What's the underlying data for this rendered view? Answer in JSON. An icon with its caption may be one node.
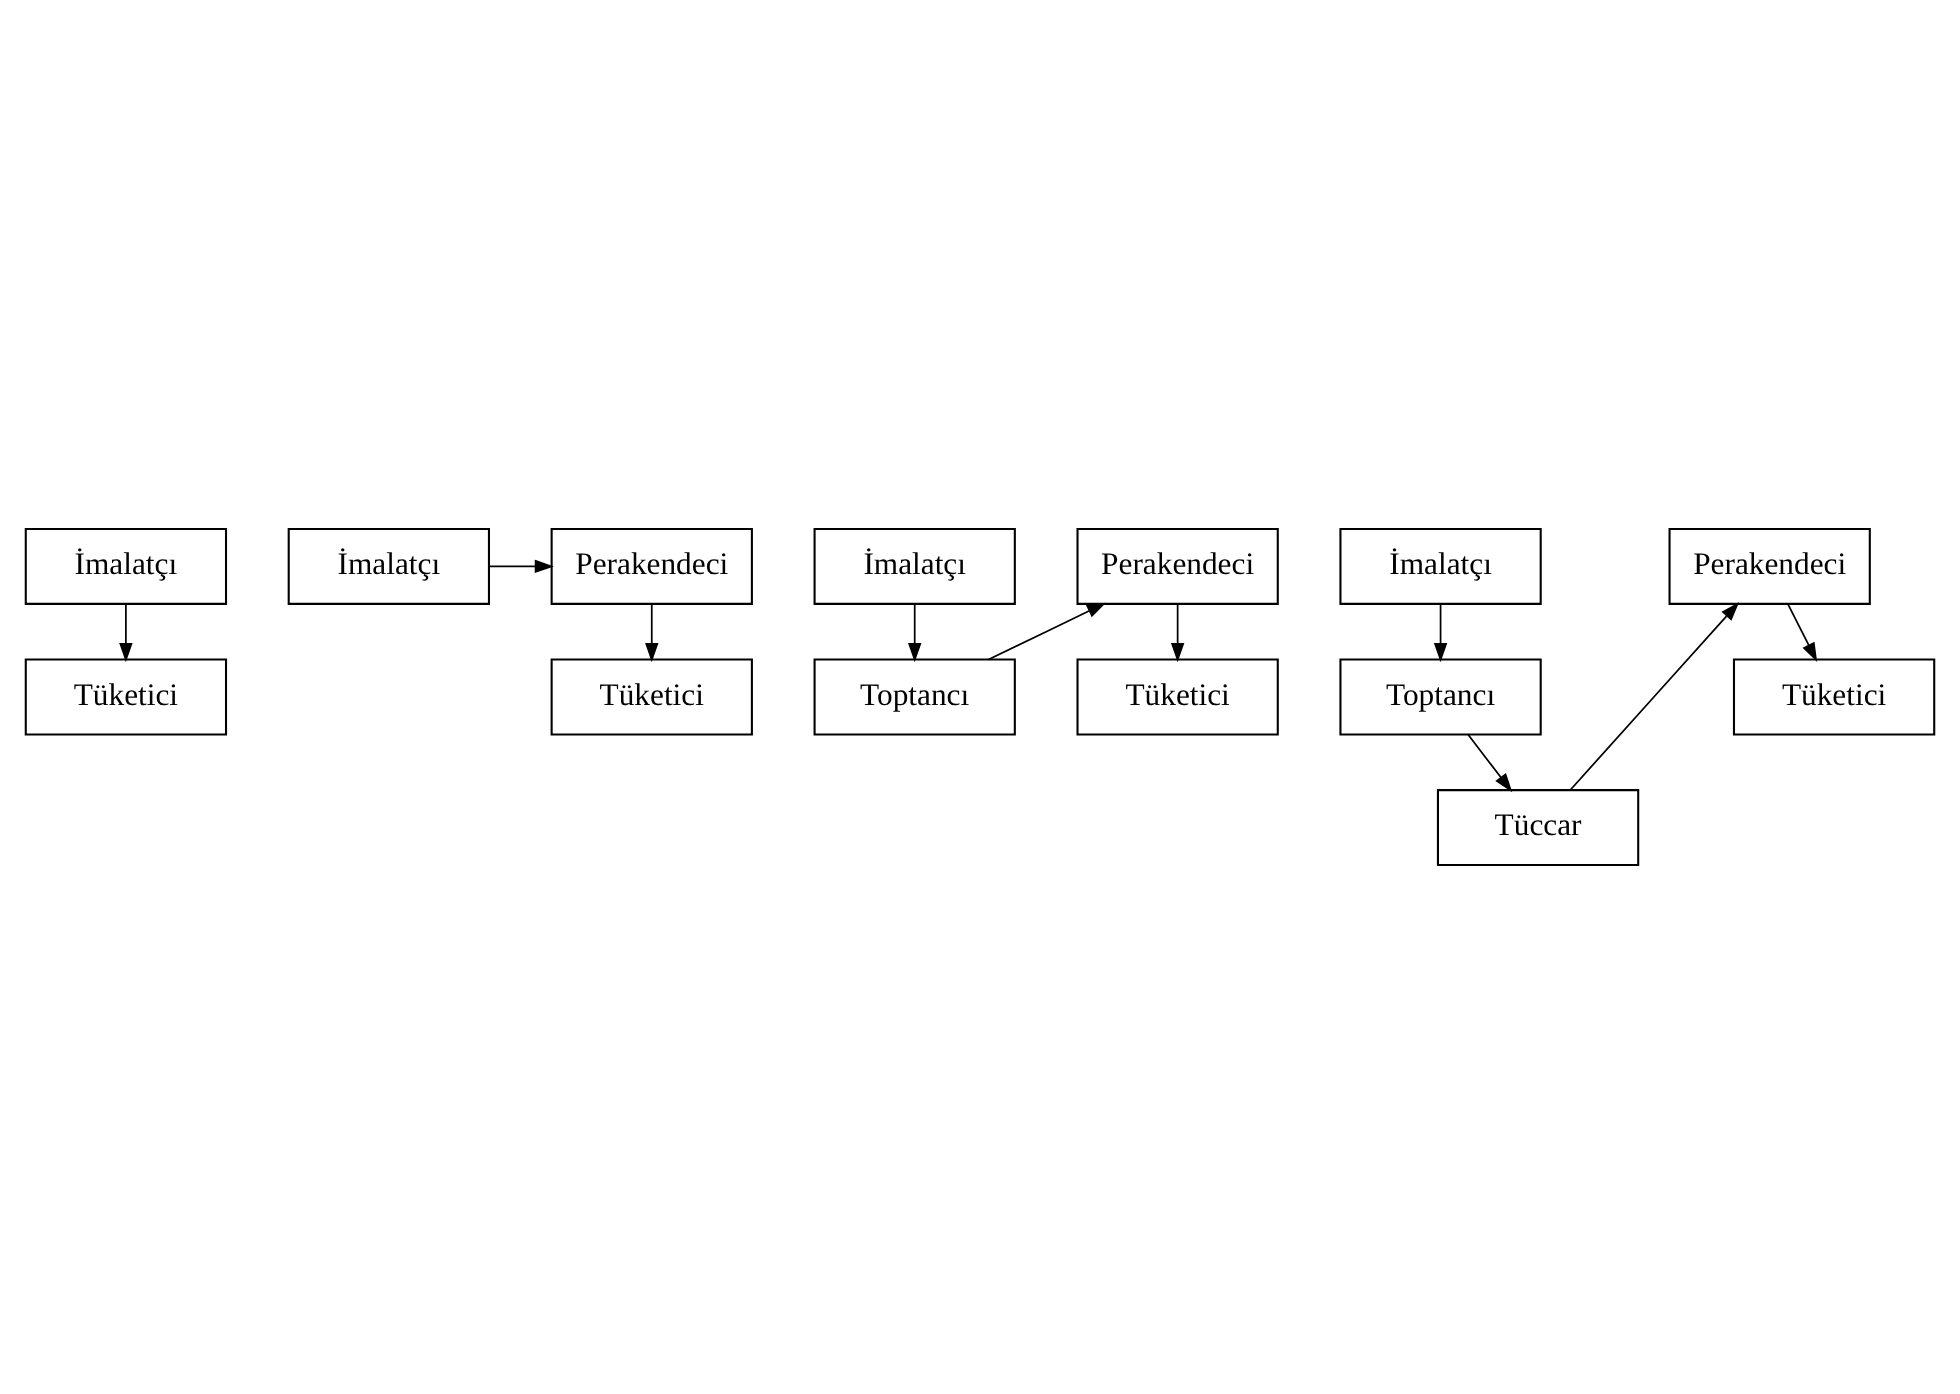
{
  "diagram": {
    "nodes": [
      {
        "text": [
          "İmalatçı"
        ]
      },
      {
        "text": [
          "Tüketici"
        ]
      },
      {
        "text": [
          "İmalatçı"
        ]
      },
      {
        "text": [
          "Perakendeci"
        ]
      },
      {
        "text": [
          "Tüketici"
        ]
      },
      {
        "text": [
          "İmalatçı"
        ]
      },
      {
        "text": [
          "Toptancı"
        ]
      },
      {
        "text": [
          "Perakendeci"
        ]
      },
      {
        "text": [
          "Tüketici"
        ]
      },
      {
        "text": [
          "İmalatçı"
        ]
      },
      {
        "text": [
          "Toptancı"
        ]
      },
      {
        "text": [
          "Tüccar"
        ]
      },
      {
        "text": [
          "Perakendeci"
        ]
      },
      {
        "text": [
          "Tüketici"
        ]
      }
    ],
    "edges": [
      {
        "from": 0,
        "to": 1,
        "arrow": "to"
      },
      {
        "from": 2,
        "to": 3,
        "arrow": "to"
      },
      {
        "from": 3,
        "to": 4,
        "arrow": "to"
      },
      {
        "from": 5,
        "to": 6,
        "arrow": "to"
      },
      {
        "from": 6,
        "to": 7,
        "arrow": "to"
      },
      {
        "from": 7,
        "to": 8,
        "arrow": "to"
      },
      {
        "from": 9,
        "to": 10,
        "arrow": "to"
      },
      {
        "from": 10,
        "to": 11,
        "arrow": "to"
      },
      {
        "from": 11,
        "to": 12,
        "arrow": "to"
      },
      {
        "from": 12,
        "to": 13,
        "arrow": "to"
      }
    ]
  }
}
